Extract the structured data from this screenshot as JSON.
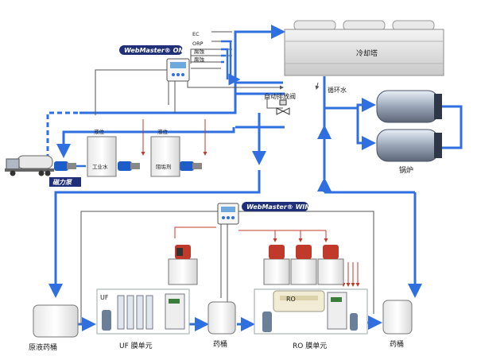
{
  "colors": {
    "water_line": "#2f6fe0",
    "signal_line": "#555555",
    "dosing_line": "#c0392b",
    "badge_bg": "#1f2f7a",
    "pump_blue": "#1e5cc8"
  },
  "badges": {
    "top": "WebMaster® ONE",
    "bottom": "WebMaster® WIND",
    "pump": "磁力泵"
  },
  "signals": {
    "ec": "EC",
    "orp": "ORP",
    "corrosion1": "腐蚀",
    "corrosion2": "腐蚀"
  },
  "labels": {
    "cooling_tower": "冷却塔",
    "auto_drain_valve": "自动排放阀",
    "circulating_water": "循环水",
    "boiler": "锅炉",
    "level_1": "液位",
    "level_2": "液位",
    "industrial_water": "工业水",
    "scale_inhibitor": "阻垢剂",
    "raw_tank": "原液药桶",
    "uf_unit": "UF 膜单元",
    "uf_tag": "UF",
    "chem_tank_1": "药桶",
    "ro_unit": "RO 膜单元",
    "ro_tag": "RO",
    "chem_tank_2": "药桶"
  }
}
